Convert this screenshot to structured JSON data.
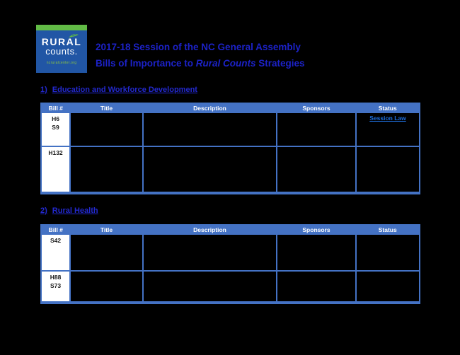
{
  "logo": {
    "line1": "RURAL",
    "line2": "counts.",
    "url": "ncruralcenter.org",
    "green": "#62BB46",
    "blue": "#2156A5"
  },
  "header": {
    "title_line1": "2017-18 Session of the NC General Assembly",
    "title_line2_prefix": "Bills of Importance to ",
    "title_line2_italic": "Rural Counts",
    "title_line2_suffix": " Strategies",
    "color": "#1C22C8"
  },
  "sections": [
    {
      "number": "1)",
      "heading": "Education and Workforce Development",
      "table": {
        "columns": [
          "Bill #",
          "Title",
          "Description",
          "Sponsors",
          "Status"
        ],
        "rows": [
          {
            "bill": [
              "H6",
              "S9"
            ],
            "title": "",
            "description": "",
            "sponsors": "",
            "status_link": "Session Law"
          },
          {
            "bill": [
              "H132"
            ],
            "title": "",
            "description": "",
            "sponsors": "",
            "status_link": ""
          }
        ]
      }
    },
    {
      "number": "2)",
      "heading": "Rural Health",
      "table": {
        "columns": [
          "Bill #",
          "Title",
          "Description",
          "Sponsors",
          "Status"
        ],
        "rows": [
          {
            "bill": [
              "S42"
            ],
            "title": "",
            "description": "",
            "sponsors": "",
            "status_link": ""
          },
          {
            "bill": [
              "H88",
              "S73"
            ],
            "title": "",
            "description": "",
            "sponsors": "",
            "status_link": ""
          }
        ]
      }
    }
  ],
  "colors": {
    "table_accent": "#4472C4",
    "link": "#1E6EDC",
    "background": "#000000"
  }
}
